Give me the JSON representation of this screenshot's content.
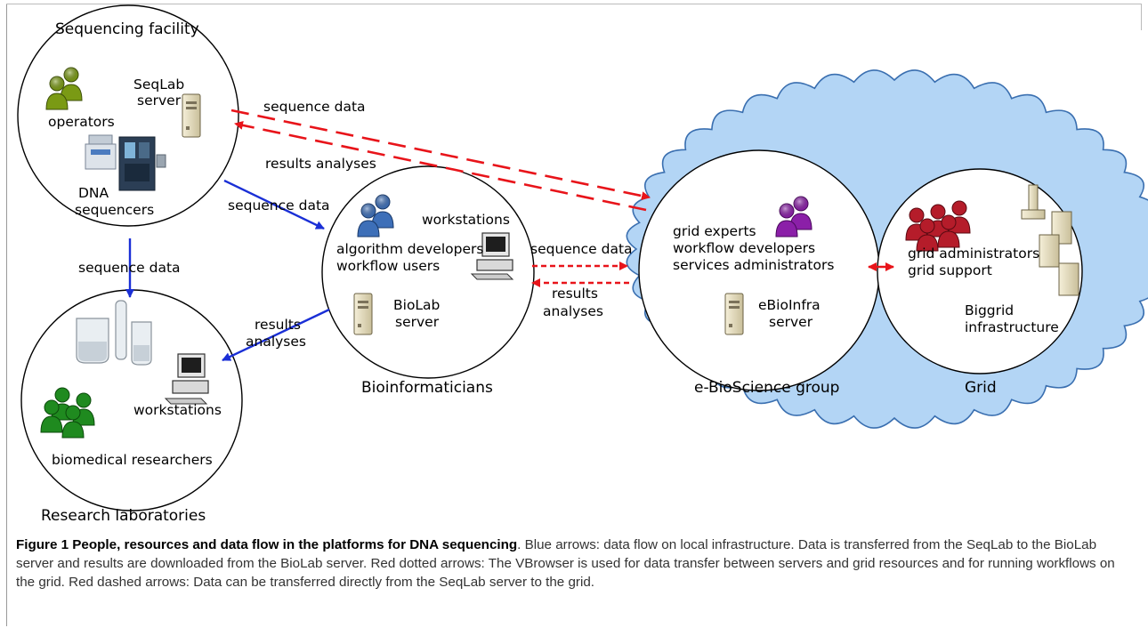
{
  "nodes": {
    "sequencing_facility": {
      "title": "Sequencing facility",
      "operators": "operators",
      "seqlab_server": [
        "SeqLab",
        "server"
      ],
      "dna_sequencers": [
        "DNA",
        "sequencers"
      ]
    },
    "research_laboratories": {
      "title": "Research laboratories",
      "workstations": "workstations",
      "researchers": "biomedical researchers"
    },
    "bioinformaticians": {
      "title": "Bioinformaticians",
      "workstations": "workstations",
      "roles": [
        "algorithm developers",
        "workflow users"
      ],
      "biolab_server": [
        "BioLab",
        "server"
      ]
    },
    "ebioscience_group": {
      "title": "e-BioScience group",
      "roles": [
        "grid experts",
        "workflow developers",
        "services administrators"
      ],
      "ebioinfra_server": [
        "eBioInfra",
        "server"
      ]
    },
    "grid": {
      "title": "Grid",
      "roles": [
        "grid administrators",
        "grid support"
      ],
      "infrastructure": [
        "Biggrid",
        "infrastructure"
      ]
    }
  },
  "edges": {
    "seqlab_to_grid": "sequence data",
    "grid_to_seqlab": "results analyses",
    "facility_to_bioinf": "sequence data",
    "facility_to_labs": "sequence data",
    "bioinf_to_labs": [
      "results",
      "analyses"
    ],
    "bioinf_to_ebio": "sequence data",
    "ebio_to_bioinf": [
      "results",
      "analyses"
    ]
  },
  "colors": {
    "blue_arrow": "#1a2fd6",
    "red_arrow": "#e8141a",
    "cloud_fill": "#b3d5f5",
    "cloud_stroke": "#3a6fb0",
    "operators_icon": "#7a9a14",
    "researchers_icon": "#1f8a1f",
    "bioinf_icon": "#3d6fb8",
    "ebio_icon": "#8b1fa8",
    "grid_icon": "#b51c2a"
  },
  "caption": {
    "title": "Figure 1 People, resources and data flow in the platforms for DNA sequencing",
    "text": ". Blue arrows: data flow on local infrastructure. Data is transferred from the SeqLab to the BioLab server and results are downloaded from the BioLab server. Red dotted arrows: The VBrowser is used for data transfer between servers and grid resources and for running workflows on the grid. Red dashed arrows: Data can be transferred directly from the SeqLab server to the grid."
  }
}
